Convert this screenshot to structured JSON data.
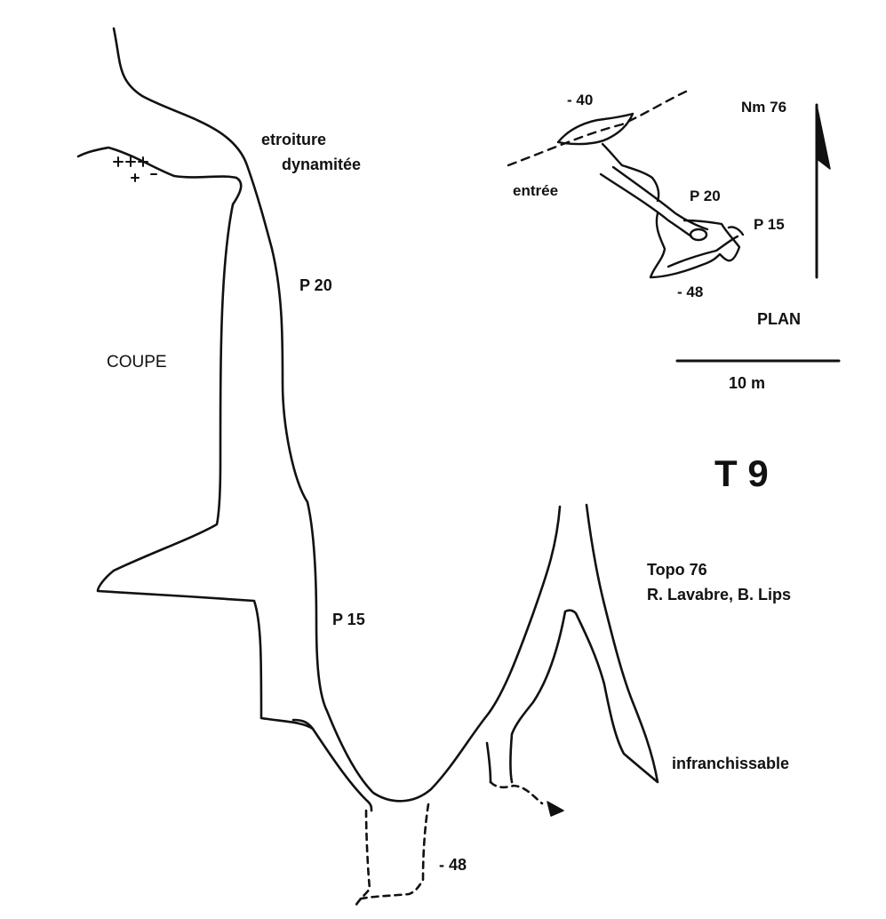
{
  "colors": {
    "ink": "#111111",
    "background": "#ffffff"
  },
  "section": {
    "label": "COUPE",
    "narrowing_line1": "etroiture",
    "narrowing_line2": "dynamitée",
    "pitch_upper": "P 20",
    "pitch_lower": "P 15",
    "impassable": "infranchissable",
    "depth_bottom": "- 48"
  },
  "plan": {
    "north": "Nm 76",
    "depth_top": "- 40",
    "entrance": "entrée",
    "pitch_upper": "P 20",
    "pitch_lower": "P 15",
    "depth_bottom": "- 48",
    "label": "PLAN"
  },
  "scale_bar": {
    "label": "10 m"
  },
  "title": "T 9",
  "credits": {
    "line1": "Topo 76",
    "line2": "R. Lavabre, B. Lips"
  },
  "icons": {
    "north_arrow": "north-arrow-icon",
    "surface_marks": "surface-rubble-icon",
    "water_flow": "flow-arrow-icon"
  }
}
